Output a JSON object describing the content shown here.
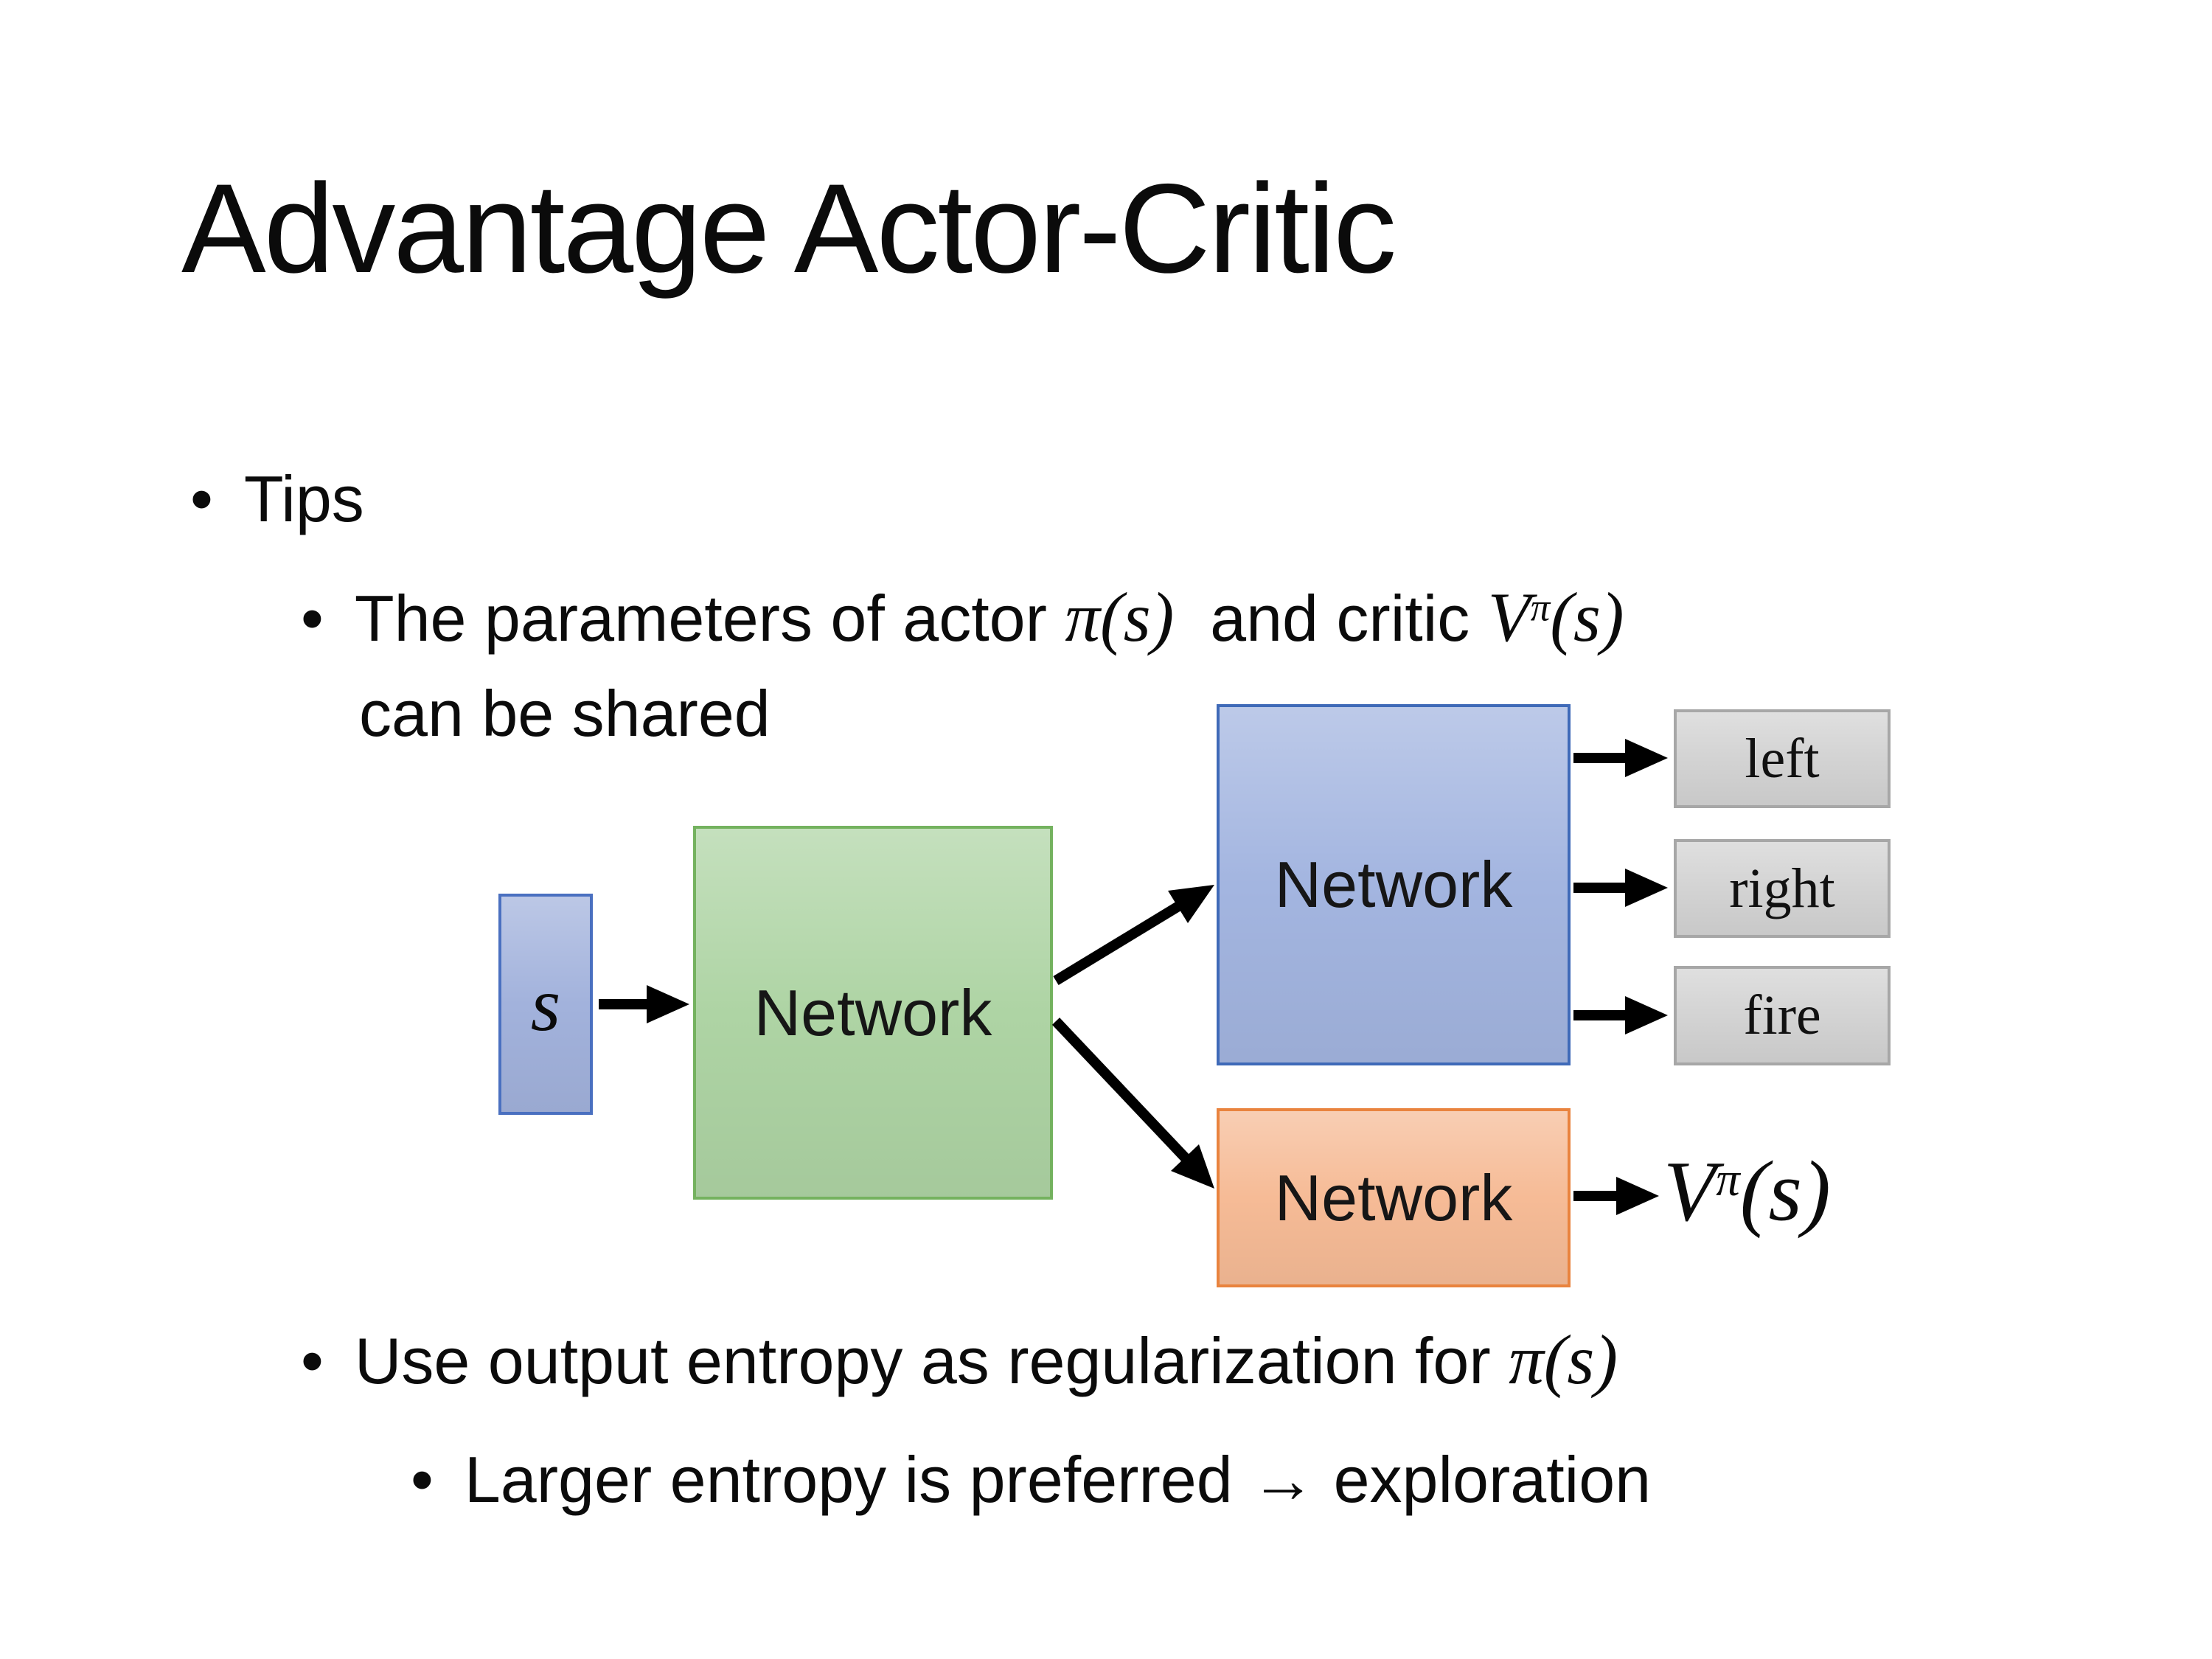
{
  "slide": {
    "title": "Advantage Actor-Critic",
    "tips": {
      "bullet": "•",
      "label": "Tips"
    },
    "param": {
      "bullet": "•",
      "prefix": "The parameters of actor ",
      "actor_math": "π(s)",
      "mid": "  and critic ",
      "critic_base": "V",
      "critic_sup": "π",
      "critic_args": "(s)",
      "line2": "can be shared"
    },
    "entropy": {
      "bullet": "•",
      "prefix": "Use output entropy as regularization for ",
      "math": "π(s)"
    },
    "exploration": {
      "bullet": "•",
      "text": "Larger entropy is preferred → exploration"
    }
  },
  "diagram": {
    "state_label": "s",
    "shared_network_label": "Network",
    "actor_network_label": "Network",
    "critic_network_label": "Network",
    "actions": [
      "left",
      "right",
      "fire"
    ],
    "value_output": {
      "base": "V",
      "sup": "π",
      "args": "(s)"
    },
    "colors": {
      "state_fill": "#a2b2dc",
      "state_border": "#4a70c0",
      "shared_fill": "#aed4a4",
      "shared_border": "#74b25f",
      "actor_fill": "#a3b5e0",
      "actor_border": "#3f6ab8",
      "critic_fill": "#f6bb96",
      "critic_border": "#e9833e",
      "action_fill": "#d3d3d3",
      "action_border": "#a7a7a7",
      "arrow": "#000000"
    }
  }
}
